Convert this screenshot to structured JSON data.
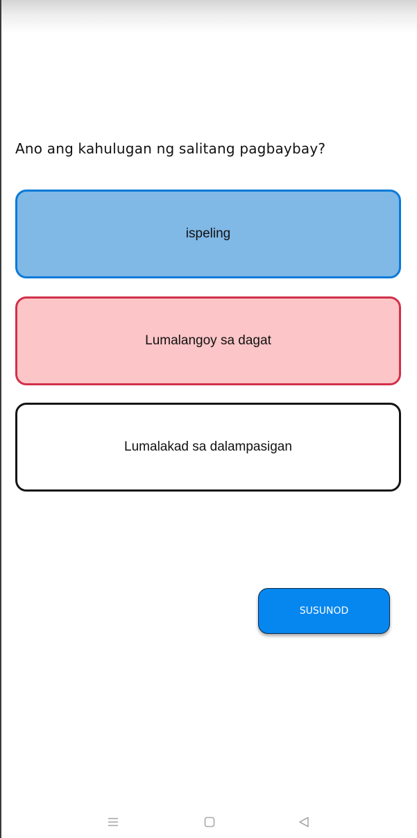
{
  "quiz": {
    "question": "Ano ang kahulugan ng salitang pagbaybay?",
    "choices": [
      {
        "label": "ispeling",
        "state": "selected",
        "color": "#80b8e6",
        "border": "#0a7ad9"
      },
      {
        "label": "Lumalangoy sa dagat",
        "state": "incorrect",
        "color": "#fcc5c7",
        "border": "#d1304a"
      },
      {
        "label": "Lumalakad sa dalampasigan",
        "state": "default",
        "color": "#ffffff",
        "border": "#141414"
      }
    ],
    "next_button": {
      "label": "SUSUNOD",
      "color": "#0686ef"
    }
  },
  "system_nav": {
    "icons": [
      "menu-icon",
      "home-icon",
      "back-icon"
    ]
  }
}
